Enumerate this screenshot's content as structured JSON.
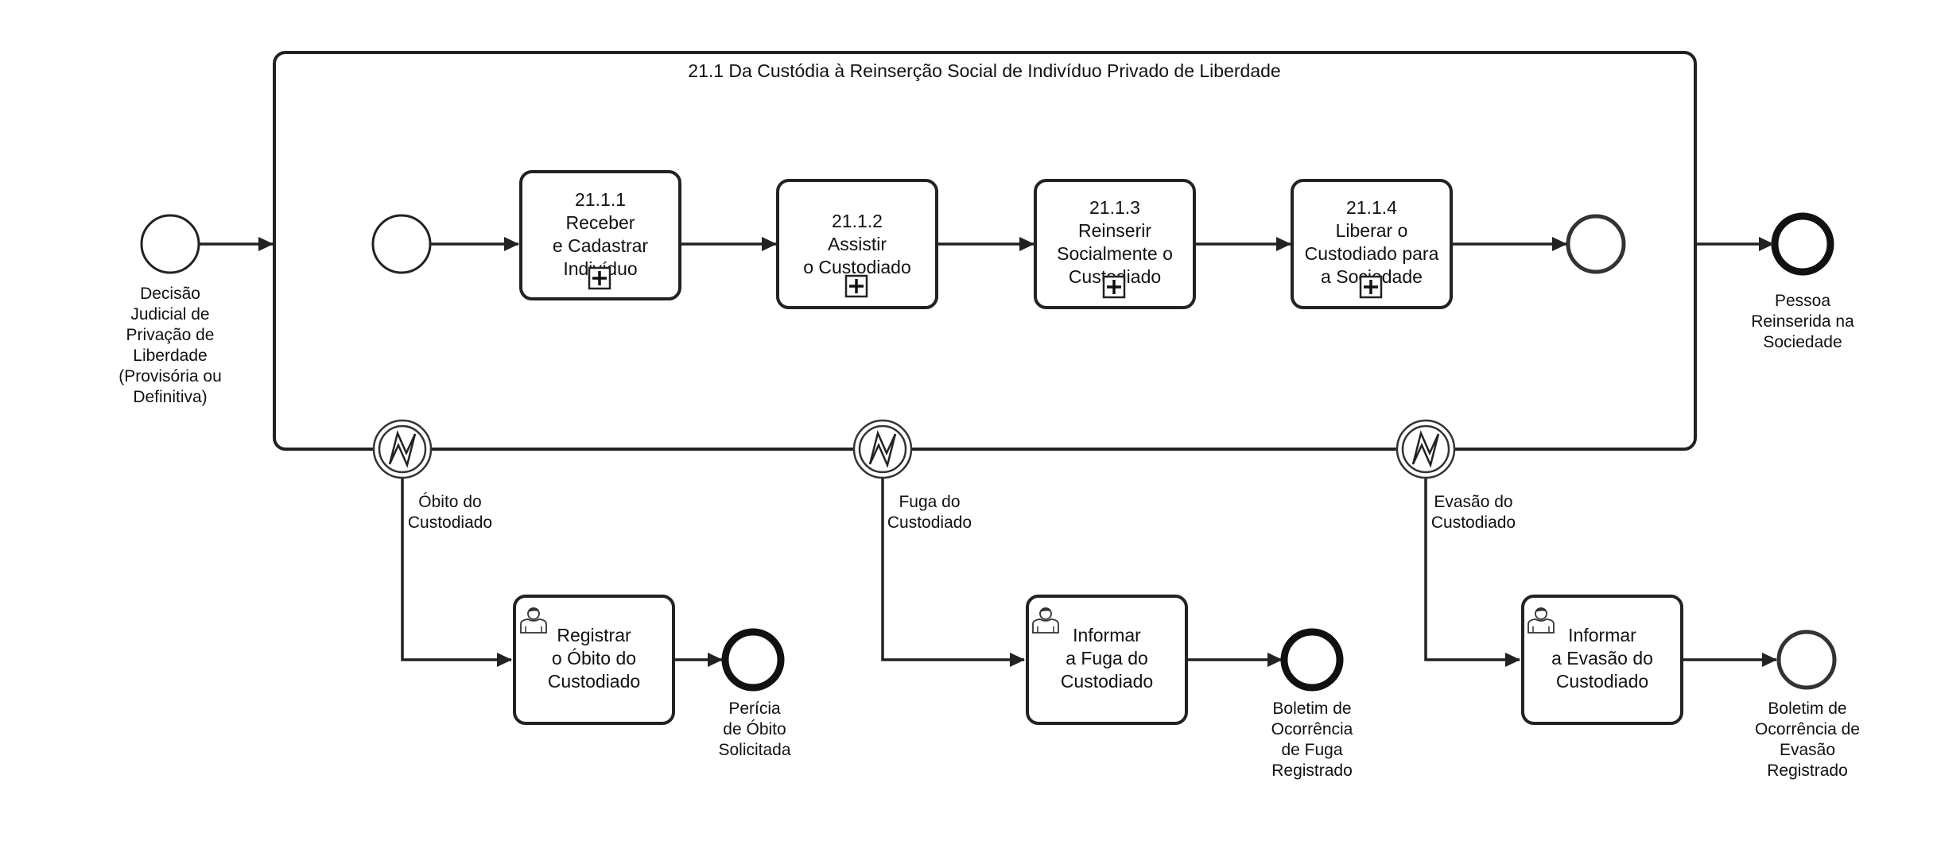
{
  "subprocess": {
    "title": "21.1 Da Custódia à Reinserção Social de Indivíduo Privado de Liberdade"
  },
  "start_event": {
    "label": [
      "Decisão",
      "Judicial de",
      "Privação de",
      "Liberdade",
      "(Provisória ou",
      "Definitiva)"
    ]
  },
  "end_event": {
    "label": [
      "Pessoa",
      "Reinserida na",
      "Sociedade"
    ]
  },
  "tasks": [
    {
      "lines": [
        "21.1.1",
        "Receber",
        "e Cadastrar",
        "Indivíduo"
      ]
    },
    {
      "lines": [
        "21.1.2",
        "Assistir",
        "o Custodiado"
      ]
    },
    {
      "lines": [
        "21.1.3",
        "Reinserir",
        "Socialmente o",
        "Custodiado"
      ]
    },
    {
      "lines": [
        "21.1.4",
        "Liberar o",
        "Custodiado para",
        "a Sociedade"
      ]
    }
  ],
  "boundary_events": [
    {
      "label": [
        "Óbito do",
        "Custodiado"
      ],
      "task": [
        "Registrar",
        "o Óbito do",
        "Custodiado"
      ],
      "end_label": [
        "Perícia",
        "de Óbito",
        "Solicitada"
      ]
    },
    {
      "label": [
        "Fuga do",
        "Custodiado"
      ],
      "task": [
        "Informar",
        "a Fuga do",
        "Custodiado"
      ],
      "end_label": [
        "Boletim de",
        "Ocorrência",
        "de Fuga",
        "Registrado"
      ]
    },
    {
      "label": [
        "Evasão do",
        "Custodiado"
      ],
      "task": [
        "Informar",
        "a Evasão do",
        "Custodiado"
      ],
      "end_label": [
        "Boletim de",
        "Ocorrência de",
        "Evasão",
        "Registrado"
      ]
    }
  ],
  "icons": {
    "collapsed_subprocess": "plus-square-icon",
    "user_task": "user-icon",
    "error_event": "lightning-icon"
  }
}
